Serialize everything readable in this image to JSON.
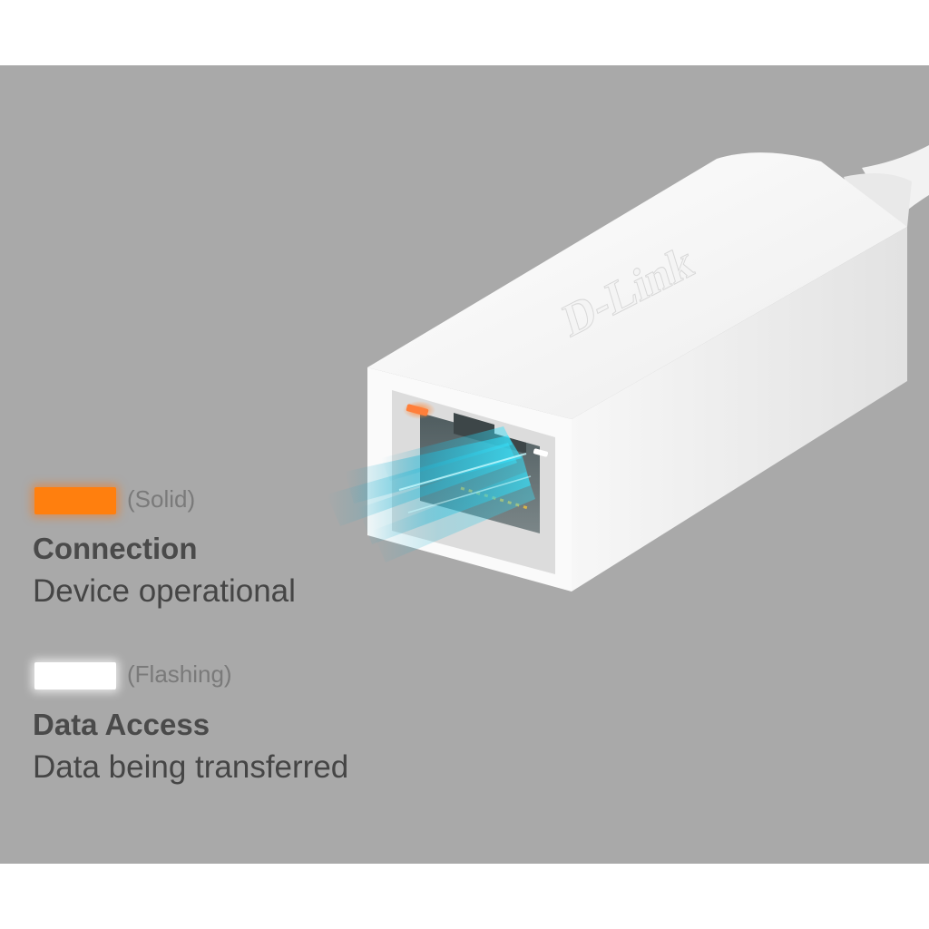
{
  "product": {
    "brand": "D-Link",
    "icon": "ethernet-adapter-illustration"
  },
  "legend": [
    {
      "led_color": "#ff7f0e",
      "mode": "(Solid)",
      "title": "Connection",
      "description": "Device operational"
    },
    {
      "led_color": "#ffffff",
      "mode": "(Flashing)",
      "title": "Data Access",
      "description": "Data being transferred"
    }
  ]
}
